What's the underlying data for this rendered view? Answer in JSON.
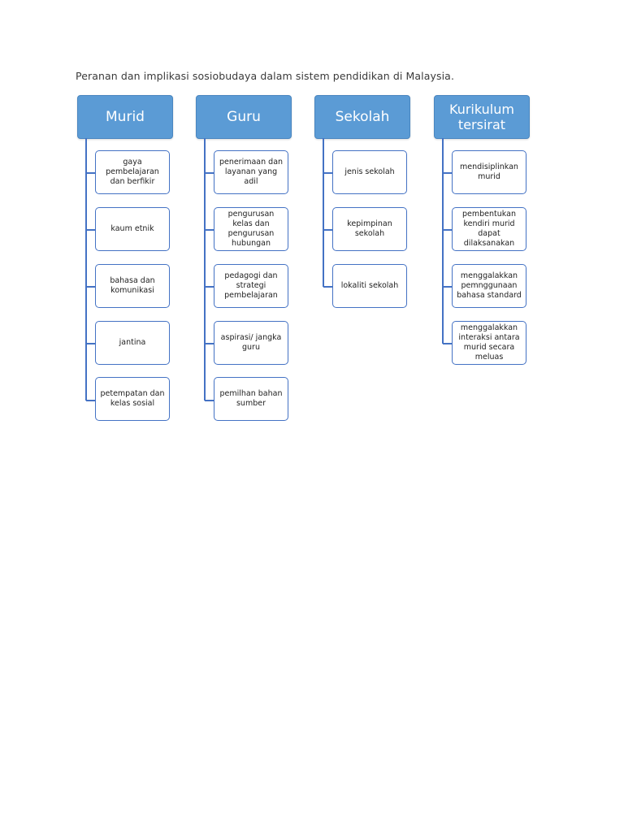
{
  "title": "Peranan dan implikasi sosiobudaya dalam sistem pendidikan di Malaysia.",
  "columns": [
    {
      "label": "Murid",
      "items": [
        "gaya pembelajaran dan berfikir",
        "kaum etnik",
        "bahasa dan komunikasi",
        "jantina",
        "petempatan dan kelas sosial"
      ]
    },
    {
      "label": "Guru",
      "items": [
        "penerimaan dan layanan yang adil",
        "pengurusan kelas dan pengurusan hubungan",
        "pedagogi dan strategi pembelajaran",
        "aspirasi/ jangka guru",
        "pemilhan bahan sumber"
      ]
    },
    {
      "label": "Sekolah",
      "items": [
        "jenis sekolah",
        "kepimpinan sekolah",
        "lokaliti sekolah"
      ]
    },
    {
      "label": "Kurikulum tersirat",
      "items": [
        "mendisiplinkan murid",
        "pembentukan kendiri murid dapat dilaksanakan",
        "menggalakkan pemnggunaan bahasa standard",
        "menggalakkan interaksi antara murid secara meluas"
      ]
    }
  ]
}
